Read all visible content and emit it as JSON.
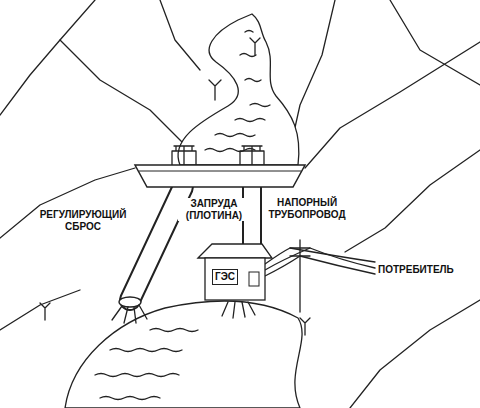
{
  "diagram": {
    "nodes": [
      {
        "text": [
          "ЗАПРУДА (ПЛОТИНА)"
        ]
      },
      {
        "text": [
          "ГЭС"
        ]
      }
    ],
    "edges": [
      {
        "from": 0,
        "to": 1,
        "arrow": "none",
        "label": "НАПОРНЫЙ ТРУБОПРОВОД"
      }
    ],
    "labels": [
      "РЕГУЛИРУЮЩИЙ СБРОС",
      "ПОТРЕБИТЕЛЬ"
    ]
  }
}
